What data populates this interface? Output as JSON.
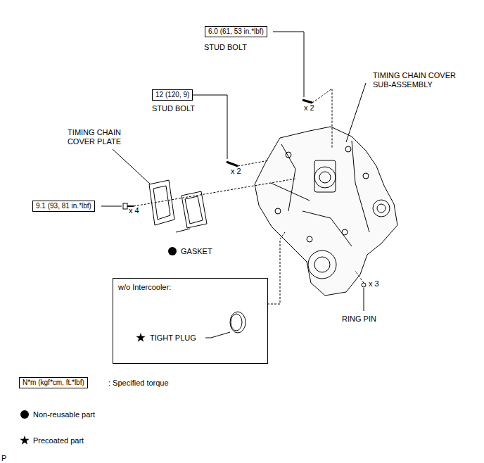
{
  "diagram": {
    "nodes": [
      {
        "text": [
          "6.0 (61, 53 in.*lbf)"
        ]
      },
      {
        "text": [
          "12 (120, 9)"
        ]
      },
      {
        "text": [
          "9.1 (93, 81 in.*lbf)"
        ]
      },
      {
        "text": [
          "w/o Intercooler:",
          "TIGHT PLUG"
        ]
      },
      {
        "text": [
          "N*m (kgf*cm, ft.*lbf)"
        ]
      }
    ],
    "labels": [
      "STUD BOLT",
      "x 2",
      "TIMING CHAIN COVER SUB-ASSEMBLY",
      "STUD BOLT",
      "x 2",
      "TIMING CHAIN COVER PLATE",
      "x 4",
      "GASKET",
      "x 3",
      "RING PIN",
      "P"
    ],
    "legend": [
      {
        "text": ": Specified torque"
      },
      {
        "text": "Non-reusable part"
      },
      {
        "text": "Precoated part"
      }
    ]
  }
}
